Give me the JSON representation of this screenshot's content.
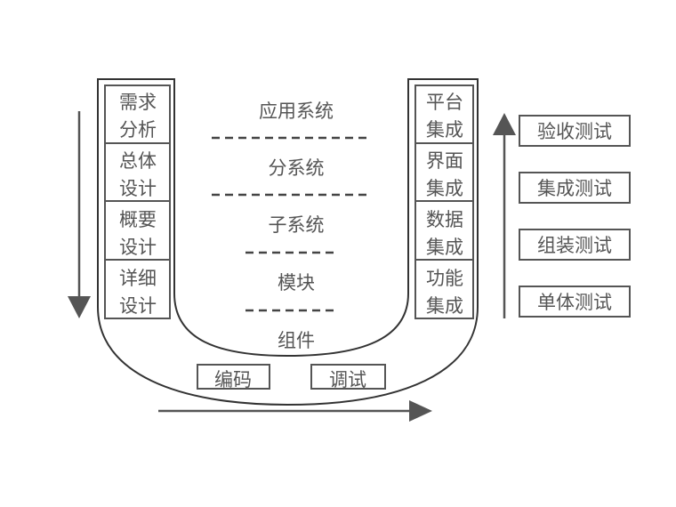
{
  "colors": {
    "stroke": "#555555",
    "arrow": "#555555",
    "text": "#555555"
  },
  "left_phases": [
    {
      "line1": "需求",
      "line2": "分析"
    },
    {
      "line1": "总体",
      "line2": "设计"
    },
    {
      "line1": "概要",
      "line2": "设计"
    },
    {
      "line1": "详细",
      "line2": "设计"
    }
  ],
  "right_phases": [
    {
      "line1": "平台",
      "line2": "集成"
    },
    {
      "line1": "界面",
      "line2": "集成"
    },
    {
      "line1": "数据",
      "line2": "集成"
    },
    {
      "line1": "功能",
      "line2": "集成"
    }
  ],
  "levels": [
    "应用系统",
    "分系统",
    "子系统",
    "模块",
    "组件"
  ],
  "bottom_steps": [
    "编码",
    "调试"
  ],
  "tests": [
    "验收测试",
    "集成测试",
    "组装测试",
    "单体测试"
  ]
}
